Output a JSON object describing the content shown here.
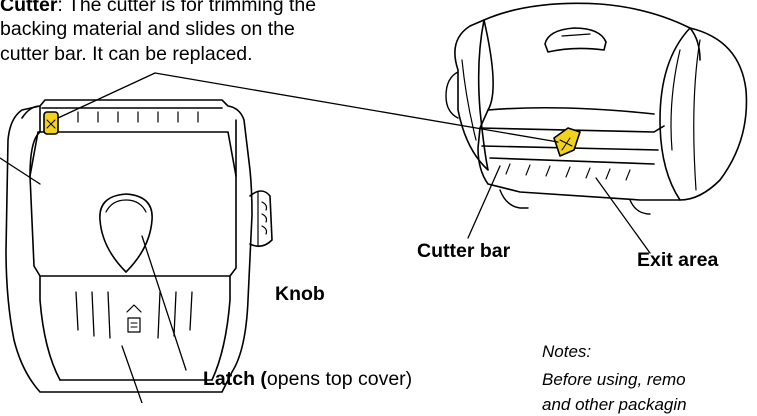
{
  "cutter_note": {
    "term": "Cutter",
    "line1_rest": ": The cutter is for trimming the",
    "line2": "backing material and slides on the",
    "line3": "cutter bar. It can be replaced."
  },
  "labels": {
    "cutter_bar": "Cutter bar",
    "exit_area": "Exit area",
    "knob": "Knob",
    "latch_bold": "Latch (",
    "latch_rest": "opens top cover)"
  },
  "notes": {
    "heading": "Notes:",
    "line1": "Before using, remo",
    "line2": "and other packagin"
  },
  "colors": {
    "cutter_highlight": "#f2d21a",
    "line": "#000000"
  }
}
